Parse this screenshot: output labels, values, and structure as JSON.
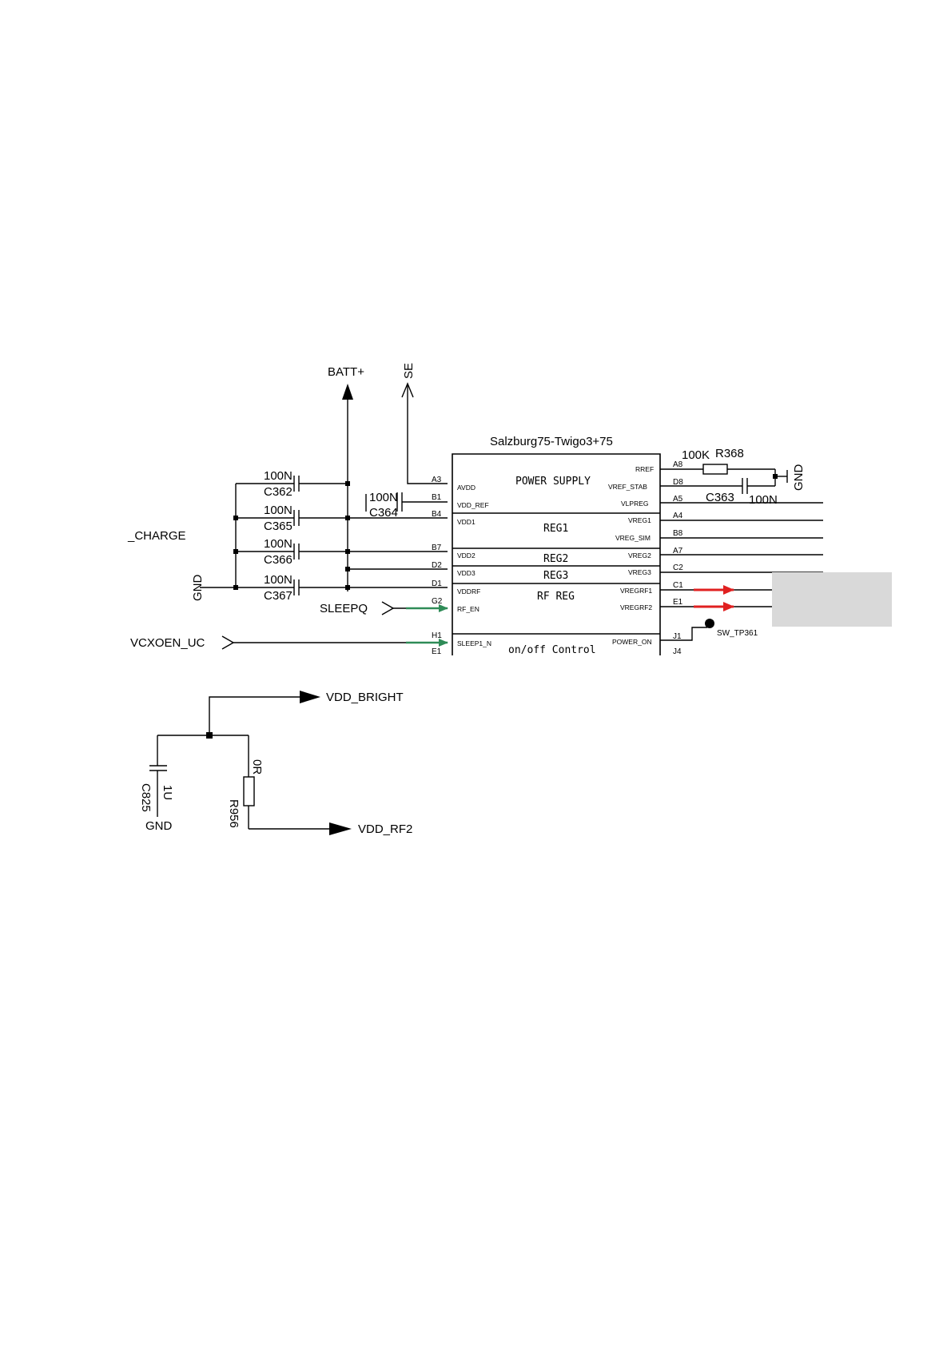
{
  "schematic1": {
    "chip_title": "Salzburg75-Twigo3+75",
    "nets": {
      "batt": "BATT+",
      "se": "SE",
      "charge": "_CHARGE",
      "gnd_left": "GND",
      "gnd_right": "GND",
      "sleepq": "SLEEPQ",
      "vcxoen": "VCXOEN_UC",
      "sw_tp": "SW_TP361"
    },
    "caps_left": [
      {
        "value": "100N",
        "ref": "C362"
      },
      {
        "value": "100N",
        "ref": "C365"
      },
      {
        "value": "100N",
        "ref": "C366"
      },
      {
        "value": "100N",
        "ref": "C367"
      }
    ],
    "c364": {
      "value": "100N",
      "ref": "C364"
    },
    "r368": {
      "value": "100K",
      "ref": "R368"
    },
    "c363": {
      "value": "100N",
      "ref": "C363"
    },
    "blocks": {
      "power_supply": "POWER SUPPLY",
      "reg1": "REG1",
      "reg2": "REG2",
      "reg3": "REG3",
      "rf_reg": "RF REG",
      "onoff": "on/off Control"
    },
    "left_pins": [
      {
        "num": "A3",
        "name": "AVDD"
      },
      {
        "num": "B1",
        "name": "VDD_REF"
      },
      {
        "num": "B4",
        "name": "VDD1"
      },
      {
        "num": "B7",
        "name": "VDD2"
      },
      {
        "num": "D2",
        "name": "VDD3"
      },
      {
        "num": "D1",
        "name": "VDDRF"
      },
      {
        "num": "G2",
        "name": "RF_EN"
      },
      {
        "num": "H1",
        "name": "SLEEP1_N"
      },
      {
        "num": "E1",
        "name": ""
      }
    ],
    "right_pins": [
      {
        "num": "A8",
        "name": "RREF"
      },
      {
        "num": "D8",
        "name": "VREF_STAB"
      },
      {
        "num": "A5",
        "name": "VLPREG"
      },
      {
        "num": "A4",
        "name": "VREG1"
      },
      {
        "num": "B8",
        "name": "VREG_SIM"
      },
      {
        "num": "A7",
        "name": "VREG2"
      },
      {
        "num": "C2",
        "name": "VREG3"
      },
      {
        "num": "C1",
        "name": "VREGRF1"
      },
      {
        "num": "E1",
        "name": "VREGRF2"
      },
      {
        "num": "J1",
        "name": "POWER_ON"
      },
      {
        "num": "J4",
        "name": ""
      }
    ],
    "colors": {
      "green_arrow": "#2e8b57",
      "red_arrow": "#e02020",
      "gray_box": "#d9d9d9"
    }
  },
  "schematic2": {
    "vdd_bright": "VDD_BRIGHT",
    "vdd_rf2": "VDD_RF2",
    "cap_ref": "C825",
    "cap_value": "1U",
    "gnd": "GND",
    "res_ref": "R956",
    "res_value": "0R"
  }
}
